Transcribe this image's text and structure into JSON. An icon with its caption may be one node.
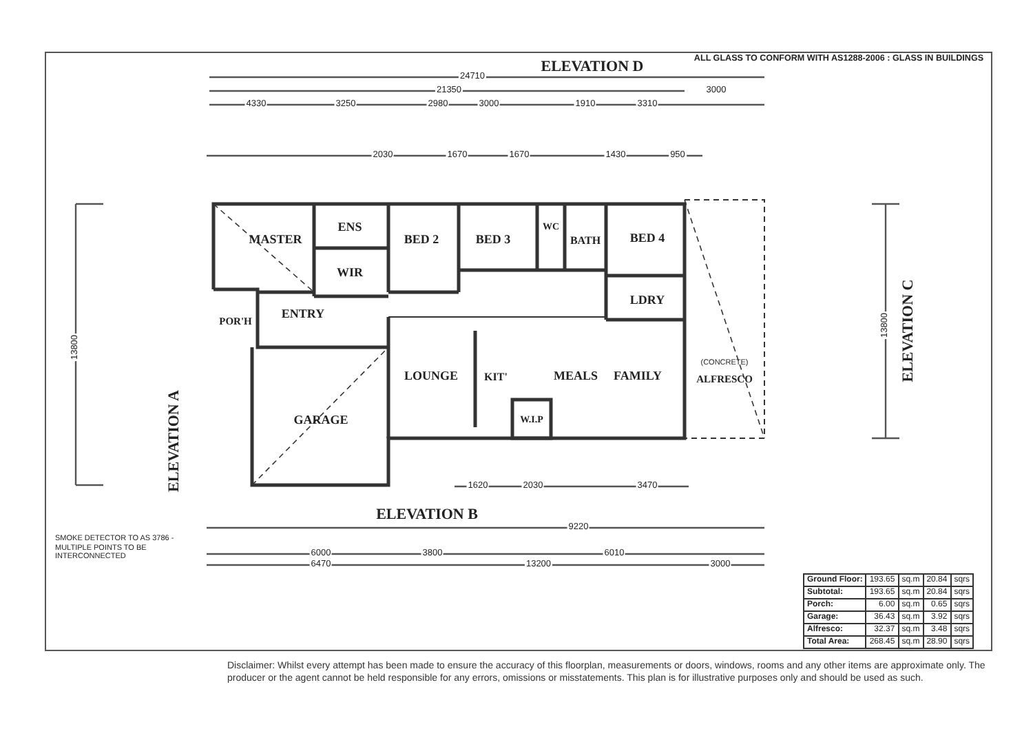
{
  "diagram": {
    "labels": [
      "ALL GLASS TO CONFORM WITH AS1288-2006 : GLASS IN BUILDINGS",
      "ELEVATION D",
      "24710",
      "21350",
      "4330",
      "3250",
      "2980",
      "3000",
      "1910",
      "3310",
      "3000",
      "2030",
      "1670",
      "1670",
      "1430",
      "950",
      "MASTER",
      "ENS",
      "WIR",
      "BED 2",
      "BED 3",
      "WC",
      "BATH",
      "BED 4",
      "POR'H",
      "ENTRY",
      "LDRY",
      "LOUNGE",
      "KIT'",
      "MEALS",
      "FAMILY",
      "(CONCRETE)",
      "ALFRESCO",
      "GARAGE",
      "W.I.P",
      "ELEVATION A",
      "ELEVATION C",
      "13800",
      "13800",
      "1620",
      "2030",
      "3470",
      "ELEVATION B",
      "9220",
      "6000",
      "3800",
      "6010",
      "6470",
      "13200",
      "3000",
      "SMOKE DETECTOR TO AS 3786 - MULTIPLE POINTS TO BE INTERCONNECTED",
      "Ground Floor:",
      "193.65",
      "sq.m",
      "20.84",
      "sqrs",
      "Subtotal:",
      "193.65",
      "sq.m",
      "20.84",
      "sqrs",
      "Porch:",
      "6.00",
      "sq.m",
      "0.65",
      "sqrs",
      "Garage:",
      "36.43",
      "sq.m",
      "3.92",
      "sqrs",
      "Alfresco:",
      "32.37",
      "sq.m",
      "3.48",
      "sqrs",
      "Total Area:",
      "268.45",
      "sq.m",
      "28.90",
      "sqrs",
      "Disclaimer: Whilst every attempt has been made to ensure the accuracy of this floorplan, measurements or doors, windows, rooms and any other items are approximate only. The producer or the agent cannot be held responsible for any errors, omissions or misstatements.  This plan is for illustrative purposes only and should be used as such."
    ]
  }
}
